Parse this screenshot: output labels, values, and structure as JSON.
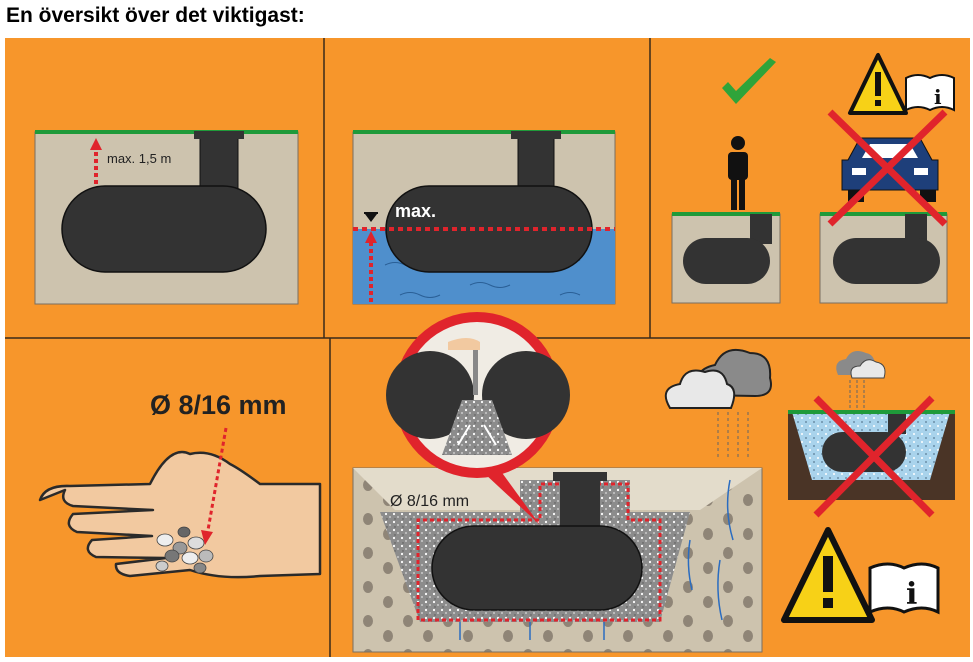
{
  "title": "En översikt över det viktigast:",
  "panels": {
    "depth": {
      "label": "max. 1,5 m"
    },
    "groundwater": {
      "label": "max."
    },
    "load": {
      "person_allowed_icon": "check-icon",
      "car_forbidden_icon": "cross-icon",
      "info_letter": "i"
    },
    "gravel_hand": {
      "label": "Ø 8/16 mm"
    },
    "backfill": {
      "label": "Ø 8/16 mm"
    },
    "warning": {
      "info_letter": "i"
    }
  },
  "colors": {
    "background": "#f7962b",
    "soil": "#cdc3ae",
    "tank": "#333333",
    "grass": "#1f9a3a",
    "water": "#4f8fcc",
    "red": "#e0242c",
    "warning_yellow": "#f7d117"
  }
}
